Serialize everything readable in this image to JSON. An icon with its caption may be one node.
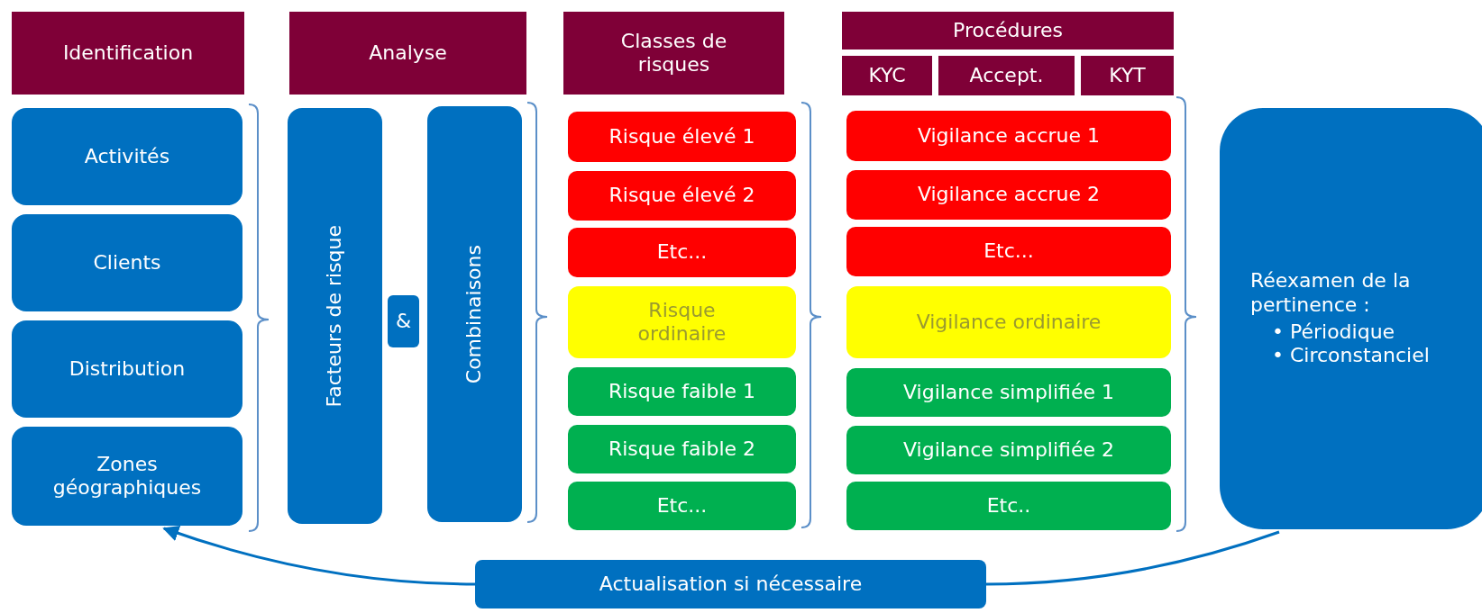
{
  "diagram": {
    "nodes": [
      {
        "text": [
          "Identification"
        ]
      },
      {
        "text": [
          "Analyse"
        ]
      },
      {
        "text": [
          "Classes de risques"
        ]
      },
      {
        "text": [
          "Procédures"
        ]
      },
      {
        "text": [
          "KYC"
        ]
      },
      {
        "text": [
          "Accept."
        ]
      },
      {
        "text": [
          "KYT"
        ]
      },
      {
        "text": [
          "Activités"
        ]
      },
      {
        "text": [
          "Clients"
        ]
      },
      {
        "text": [
          "Distribution"
        ]
      },
      {
        "text": [
          "Zones géographiques"
        ]
      },
      {
        "text": [
          "Facteurs de risque"
        ]
      },
      {
        "text": [
          "&"
        ]
      },
      {
        "text": [
          "Combinaisons"
        ]
      },
      {
        "text": [
          "Risque élevé 1"
        ]
      },
      {
        "text": [
          "Risque élevé 2"
        ]
      },
      {
        "text": [
          "Etc..."
        ]
      },
      {
        "text": [
          "Risque ordinaire"
        ]
      },
      {
        "text": [
          "Risque faible 1"
        ]
      },
      {
        "text": [
          "Risque faible 2"
        ]
      },
      {
        "text": [
          "Etc..."
        ]
      },
      {
        "text": [
          "Vigilance accrue 1"
        ]
      },
      {
        "text": [
          "Vigilance accrue 2"
        ]
      },
      {
        "text": [
          "Etc..."
        ]
      },
      {
        "text": [
          "Vigilance ordinaire"
        ]
      },
      {
        "text": [
          "Vigilance simplifiée 1"
        ]
      },
      {
        "text": [
          "Vigilance simplifiée 2"
        ]
      },
      {
        "text": [
          "Etc.."
        ]
      },
      {
        "text": [
          "Réexamen de la pertinence :",
          "• Périodique",
          "• Circonstanciel"
        ]
      },
      {
        "text": [
          "Actualisation si nécessaire"
        ]
      }
    ],
    "edges": [
      {
        "from": 28,
        "to": 29,
        "arrow": "none"
      },
      {
        "from": 29,
        "to": 10,
        "arrow": "to"
      }
    ]
  }
}
